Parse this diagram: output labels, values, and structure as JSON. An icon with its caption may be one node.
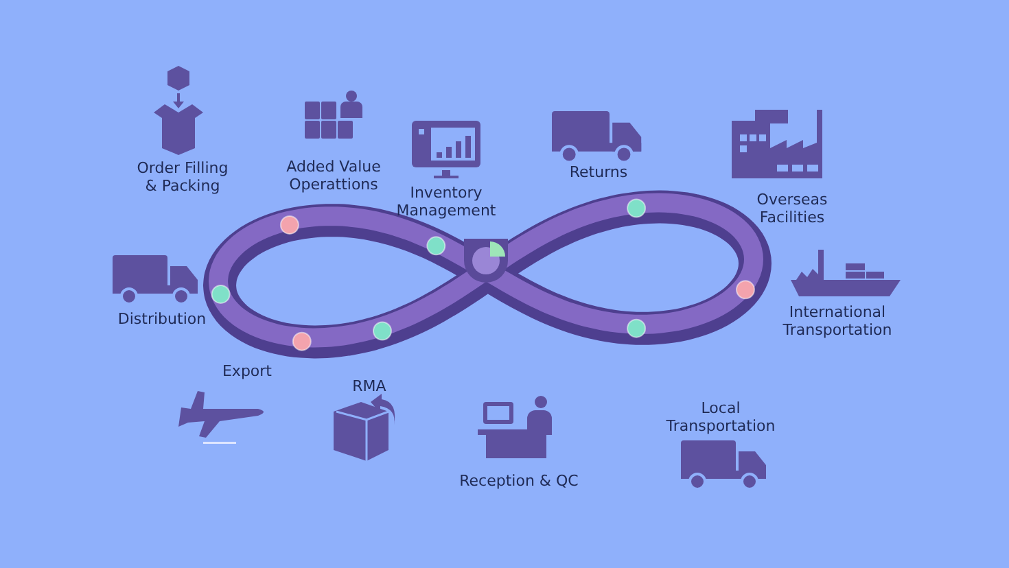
{
  "diagram": {
    "labels": [
      "Order Filling & Packing",
      "Added Value Operattions",
      "Inventory Management",
      "Returns",
      "Overseas Facilities",
      "Distribution",
      "International Transportation",
      "Export",
      "RMA",
      "Local Transportation",
      "Reception & QC"
    ]
  }
}
